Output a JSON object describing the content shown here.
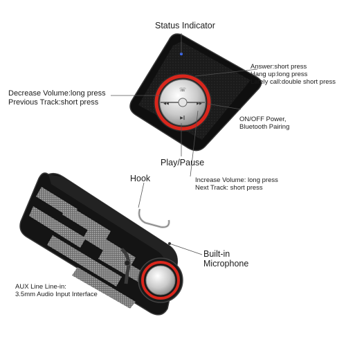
{
  "labels": {
    "status_indicator": "Status Indicator",
    "answer": "Answer:short press",
    "hang_up": "Hang up:long press",
    "lately_call": "Lately call:double short press",
    "decrease_volume": "Decrease Volume:long press",
    "previous_track": "Previous Track:short press",
    "on_off_power": "ON/OFF Power,",
    "bluetooth_pairing": "Bluetooth Pairing",
    "play_pause": "Play/Pause",
    "increase_volume": "Increase Volume: long press",
    "next_track": "Next Track: short press",
    "hook": "Hook",
    "built_in": "Built-in",
    "microphone": "Microphone",
    "aux_line_in": "AUX Line Line-in:",
    "aux_interface": "3.5mm Audio Input Interface"
  },
  "colors": {
    "ring": "#d9261c",
    "body": "#141414",
    "mesh": "#8c8c8c",
    "leader": "#555555"
  }
}
